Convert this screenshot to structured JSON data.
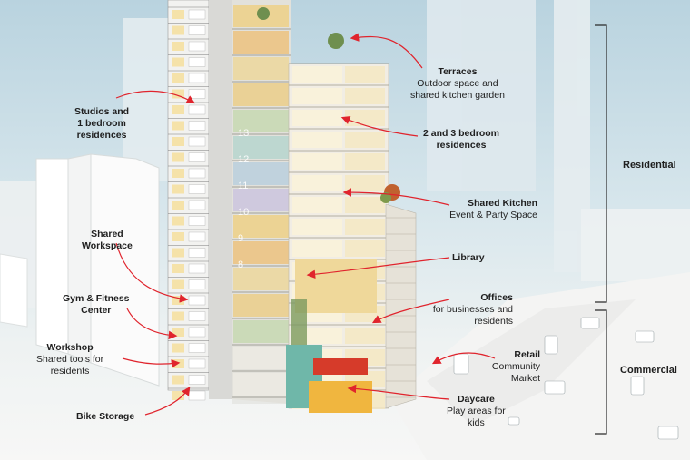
{
  "labels": {
    "terraces": {
      "title": "Terraces",
      "sub1": "Outdoor space and",
      "sub2": "shared kitchen garden"
    },
    "studios": {
      "line1": "Studios and",
      "line2": "1 bedroom",
      "line3": "residences"
    },
    "two_three": {
      "line1": "2 and 3 bedroom",
      "line2": "residences"
    },
    "shared_kitchen": {
      "title": "Shared Kitchen",
      "sub": "Event & Party Space"
    },
    "shared_workspace": {
      "line1": "Shared",
      "line2": "Workspace"
    },
    "library": {
      "title": "Library"
    },
    "gym": {
      "line1": "Gym & Fitness",
      "line2": "Center"
    },
    "offices": {
      "title": "Offices",
      "sub1": "for businesses and",
      "sub2": "residents"
    },
    "workshop": {
      "title": "Workshop",
      "sub1": "Shared tools for",
      "sub2": "residents"
    },
    "retail": {
      "title": "Retail",
      "sub1": "Community",
      "sub2": "Market"
    },
    "daycare": {
      "title": "Daycare",
      "sub1": "Play areas for",
      "sub2": "kids"
    },
    "bike": {
      "title": "Bike Storage"
    }
  },
  "sections": {
    "residential": "Residential",
    "commercial": "Commercial"
  },
  "floor_numbers": [
    "13",
    "12",
    "11",
    "10",
    "9",
    "8"
  ],
  "colors": {
    "arrow": "#e0242d",
    "bracket": "#2a2a2a"
  }
}
